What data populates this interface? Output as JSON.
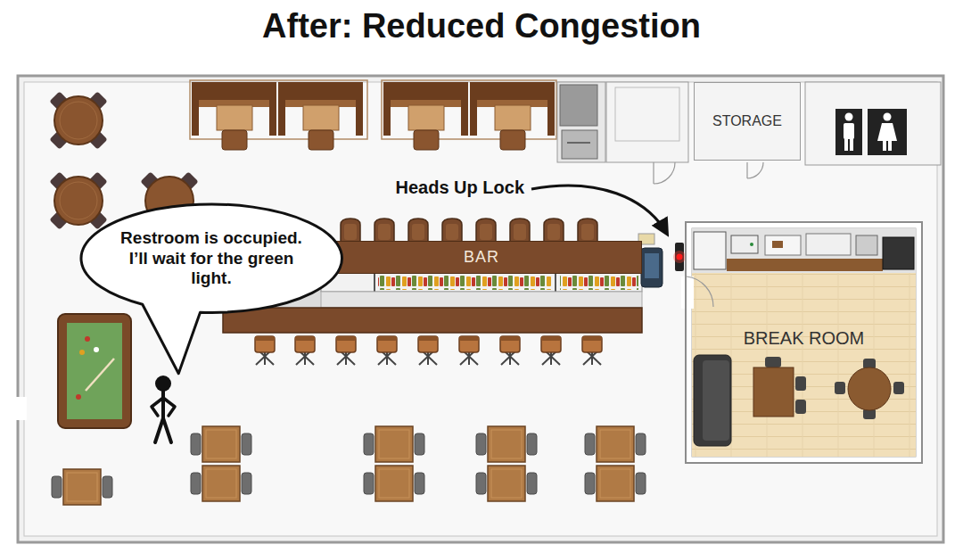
{
  "diagram": {
    "title": "After: Reduced Congestion",
    "nodes": [
      {
        "text": [
          "STORAGE"
        ]
      },
      {
        "text": [
          "BAR"
        ]
      },
      {
        "text": [
          "Restroom is occupied. I’ll wait for the green light."
        ]
      },
      {
        "text": [
          "BREAK ROOM"
        ]
      }
    ],
    "labels": [
      "Heads Up Lock"
    ]
  }
}
